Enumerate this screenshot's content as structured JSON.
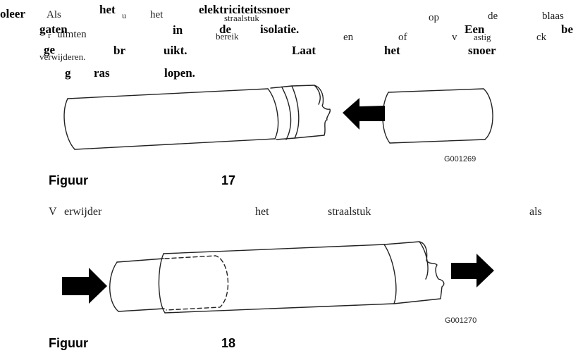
{
  "text_block": {
    "w_oleer": "oleer",
    "w_als": "Als",
    "w_het_bold": "het",
    "w_u": "u",
    "w_het_small": "het",
    "w_elektriciteitssnoer": "elektriciteitssnoer",
    "w_op": "op",
    "w_de_small": "de",
    "w_blaas": "blaas",
    "w_gaten": "gaten",
    "w_in": "in",
    "w_de_bold": "de",
    "w_straalstuk": "straalstuk",
    "w_isolatie": "isolatie.",
    "w_r": "r",
    "w_uimten": "uimten",
    "w_bereik": "bereik",
    "w_en": "en",
    "w_of": "of",
    "w_v": "v",
    "w_een": "Een",
    "w_astig": "astig",
    "w_ck": "ck",
    "w_be": "be",
    "w_ge": "ge",
    "w_br": "br",
    "w_uikt": "uikt.",
    "w_verwijderen": "verwijderen.",
    "w_laat": "Laat",
    "w_het2": "het",
    "w_snoer": "snoer",
    "w_g": "g",
    "w_ras": "ras",
    "w_lopen": "lopen."
  },
  "figure17": {
    "code": "G001269",
    "caption_label": "Figuur",
    "caption_number": "17"
  },
  "instruction": {
    "w1": "V",
    "w2": "erwijder",
    "w3": "het",
    "w4": "straalstuk",
    "w5": "als"
  },
  "figure18": {
    "code": "G001270",
    "caption_label": "Figuur",
    "caption_number": "18"
  },
  "colors": {
    "ink": "#111111",
    "arrow": "#000000",
    "background": "#ffffff"
  }
}
